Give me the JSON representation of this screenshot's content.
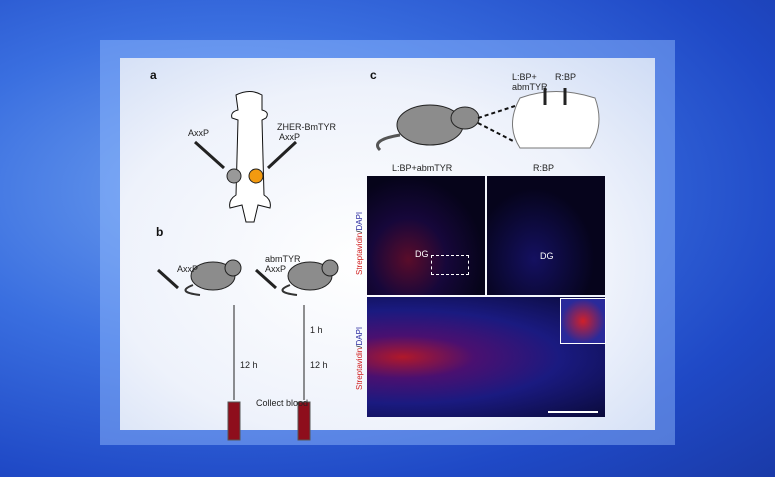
{
  "panel_a": {
    "label": "a",
    "left_injection": "AxxP",
    "right_injection_line1": "ZHER-BmTYR",
    "right_injection_line2": "AxxP"
  },
  "panel_b": {
    "label": "b",
    "left_group": "AxxP",
    "right_group_line1": "abmTYR",
    "right_group_line2": "AxxP",
    "time_1h": "1 h",
    "time_12h_left": "12 h",
    "time_12h_right": "12 h",
    "collect": "Collect blood"
  },
  "panel_c": {
    "label": "c",
    "brain_left": "L:BP+",
    "brain_left2": "abmTYR",
    "brain_right": "R:BP",
    "col_left": "L:BP+abmTYR",
    "col_right": "R:BP",
    "region_left": "DG",
    "region_right": "DG",
    "stain_red": "Streptavidin",
    "stain_sep": "/",
    "stain_blue": "DAPI"
  }
}
